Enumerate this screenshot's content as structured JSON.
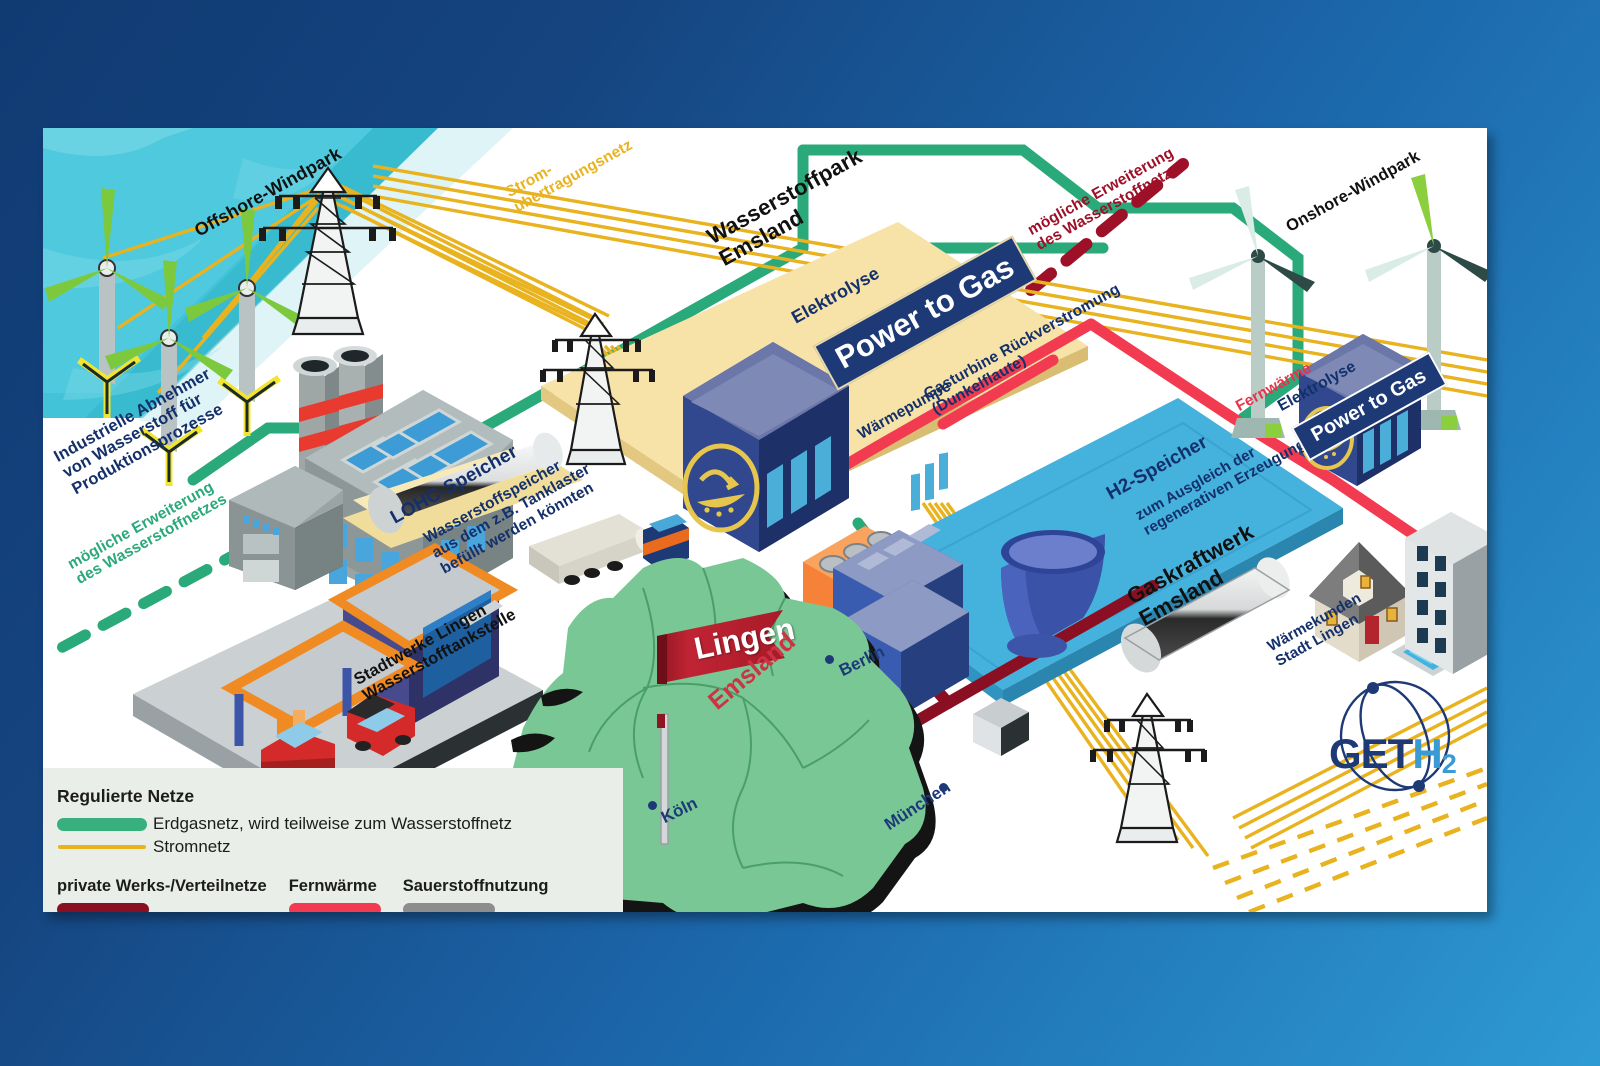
{
  "title": "GET H2 Nukleus – Wasserstoffpark Emsland Infografik",
  "background": {
    "from": "#103a72",
    "to": "#2e9ad4"
  },
  "colors": {
    "gas_green": "#2aa97a",
    "power_yellow": "#e8b31e",
    "private_darkred": "#8b0f23",
    "district_heat_red": "#f23a50",
    "oxygen_grey": "#8d8d8d",
    "navy_text": "#14306b",
    "park_yellow": "#f5dd9a",
    "power_plant_blue": "#45b1dd",
    "logo_blue": "#1d3a77",
    "logo_lightblue": "#3a9bd4",
    "map_green": "#77c493",
    "flag_red": "#b61f2e"
  },
  "labels": {
    "offshore_windpark": "Offshore-Windpark",
    "onshore_windpark": "Onshore-Windpark",
    "stromuebertragungsnetz": "Strom-\nübertragungsnetz",
    "industrielle_abnehmer": "Industrielle Abnehmer\nvon Wasserstoff für\nProduktionsprozesse",
    "moegliche_erweiterung_green": "mögliche Erweiterung\ndes Wasserstoffnetzes",
    "moegliche_erweiterung_red": "mögliche Erweiterung\ndes Wasserstoffnetzes",
    "lohc_speicher": "LOHC-Speicher",
    "lohc_note": "Wasserstoffspeicher\naus dem z.B. Tanklaster\nbefüllt werden könnten",
    "stadtwerke_lingen": "Stadtwerke Lingen\nWasserstofftankstelle",
    "wasserstoffpark": "Wasserstoffpark\nEmsland",
    "elektrolyse_center": "Elektrolyse",
    "power_to_gas_center": "Power to Gas",
    "elektrolyse_right": "Elektrolyse",
    "power_to_gas_right": "Power to Gas",
    "waermepumpe": "Wärmepumpe",
    "gasturbine": "Gasturbine Rückverstromung\n(Dunkelflaute)",
    "h2_speicher": "H2-Speicher",
    "h2_speicher_note": "zum Ausgleich der\nregenerativen Erzeugung",
    "gaskraftwerk": "Gaskraftwerk\nEmsland",
    "fernwaerme_pipe": "Fernwärme",
    "waermekunden": "Wärmekunden\nStadt Lingen"
  },
  "legend": {
    "title": "Regulierte Netze",
    "rows": [
      {
        "label": "Erdgasnetz, wird teilweise zum Wasserstoffnetz",
        "color": "#37b07d",
        "style": "bar"
      },
      {
        "label": "Stromnetz",
        "color": "#e8b31e",
        "style": "line"
      }
    ],
    "groups": [
      {
        "title": "private Werks-/Verteilnetze",
        "color": "#8b0f23"
      },
      {
        "title": "Fernwärme",
        "color": "#f23a50"
      },
      {
        "title": "Sauerstoffnutzung",
        "color": "#8d8d8d"
      }
    ]
  },
  "map": {
    "flag": "Lingen",
    "region": "Emsland",
    "cities": [
      {
        "name": "Berlin"
      },
      {
        "name": "Köln"
      },
      {
        "name": "München"
      }
    ]
  },
  "logo": {
    "get": "GET",
    "h": "H",
    "sub": "2"
  }
}
